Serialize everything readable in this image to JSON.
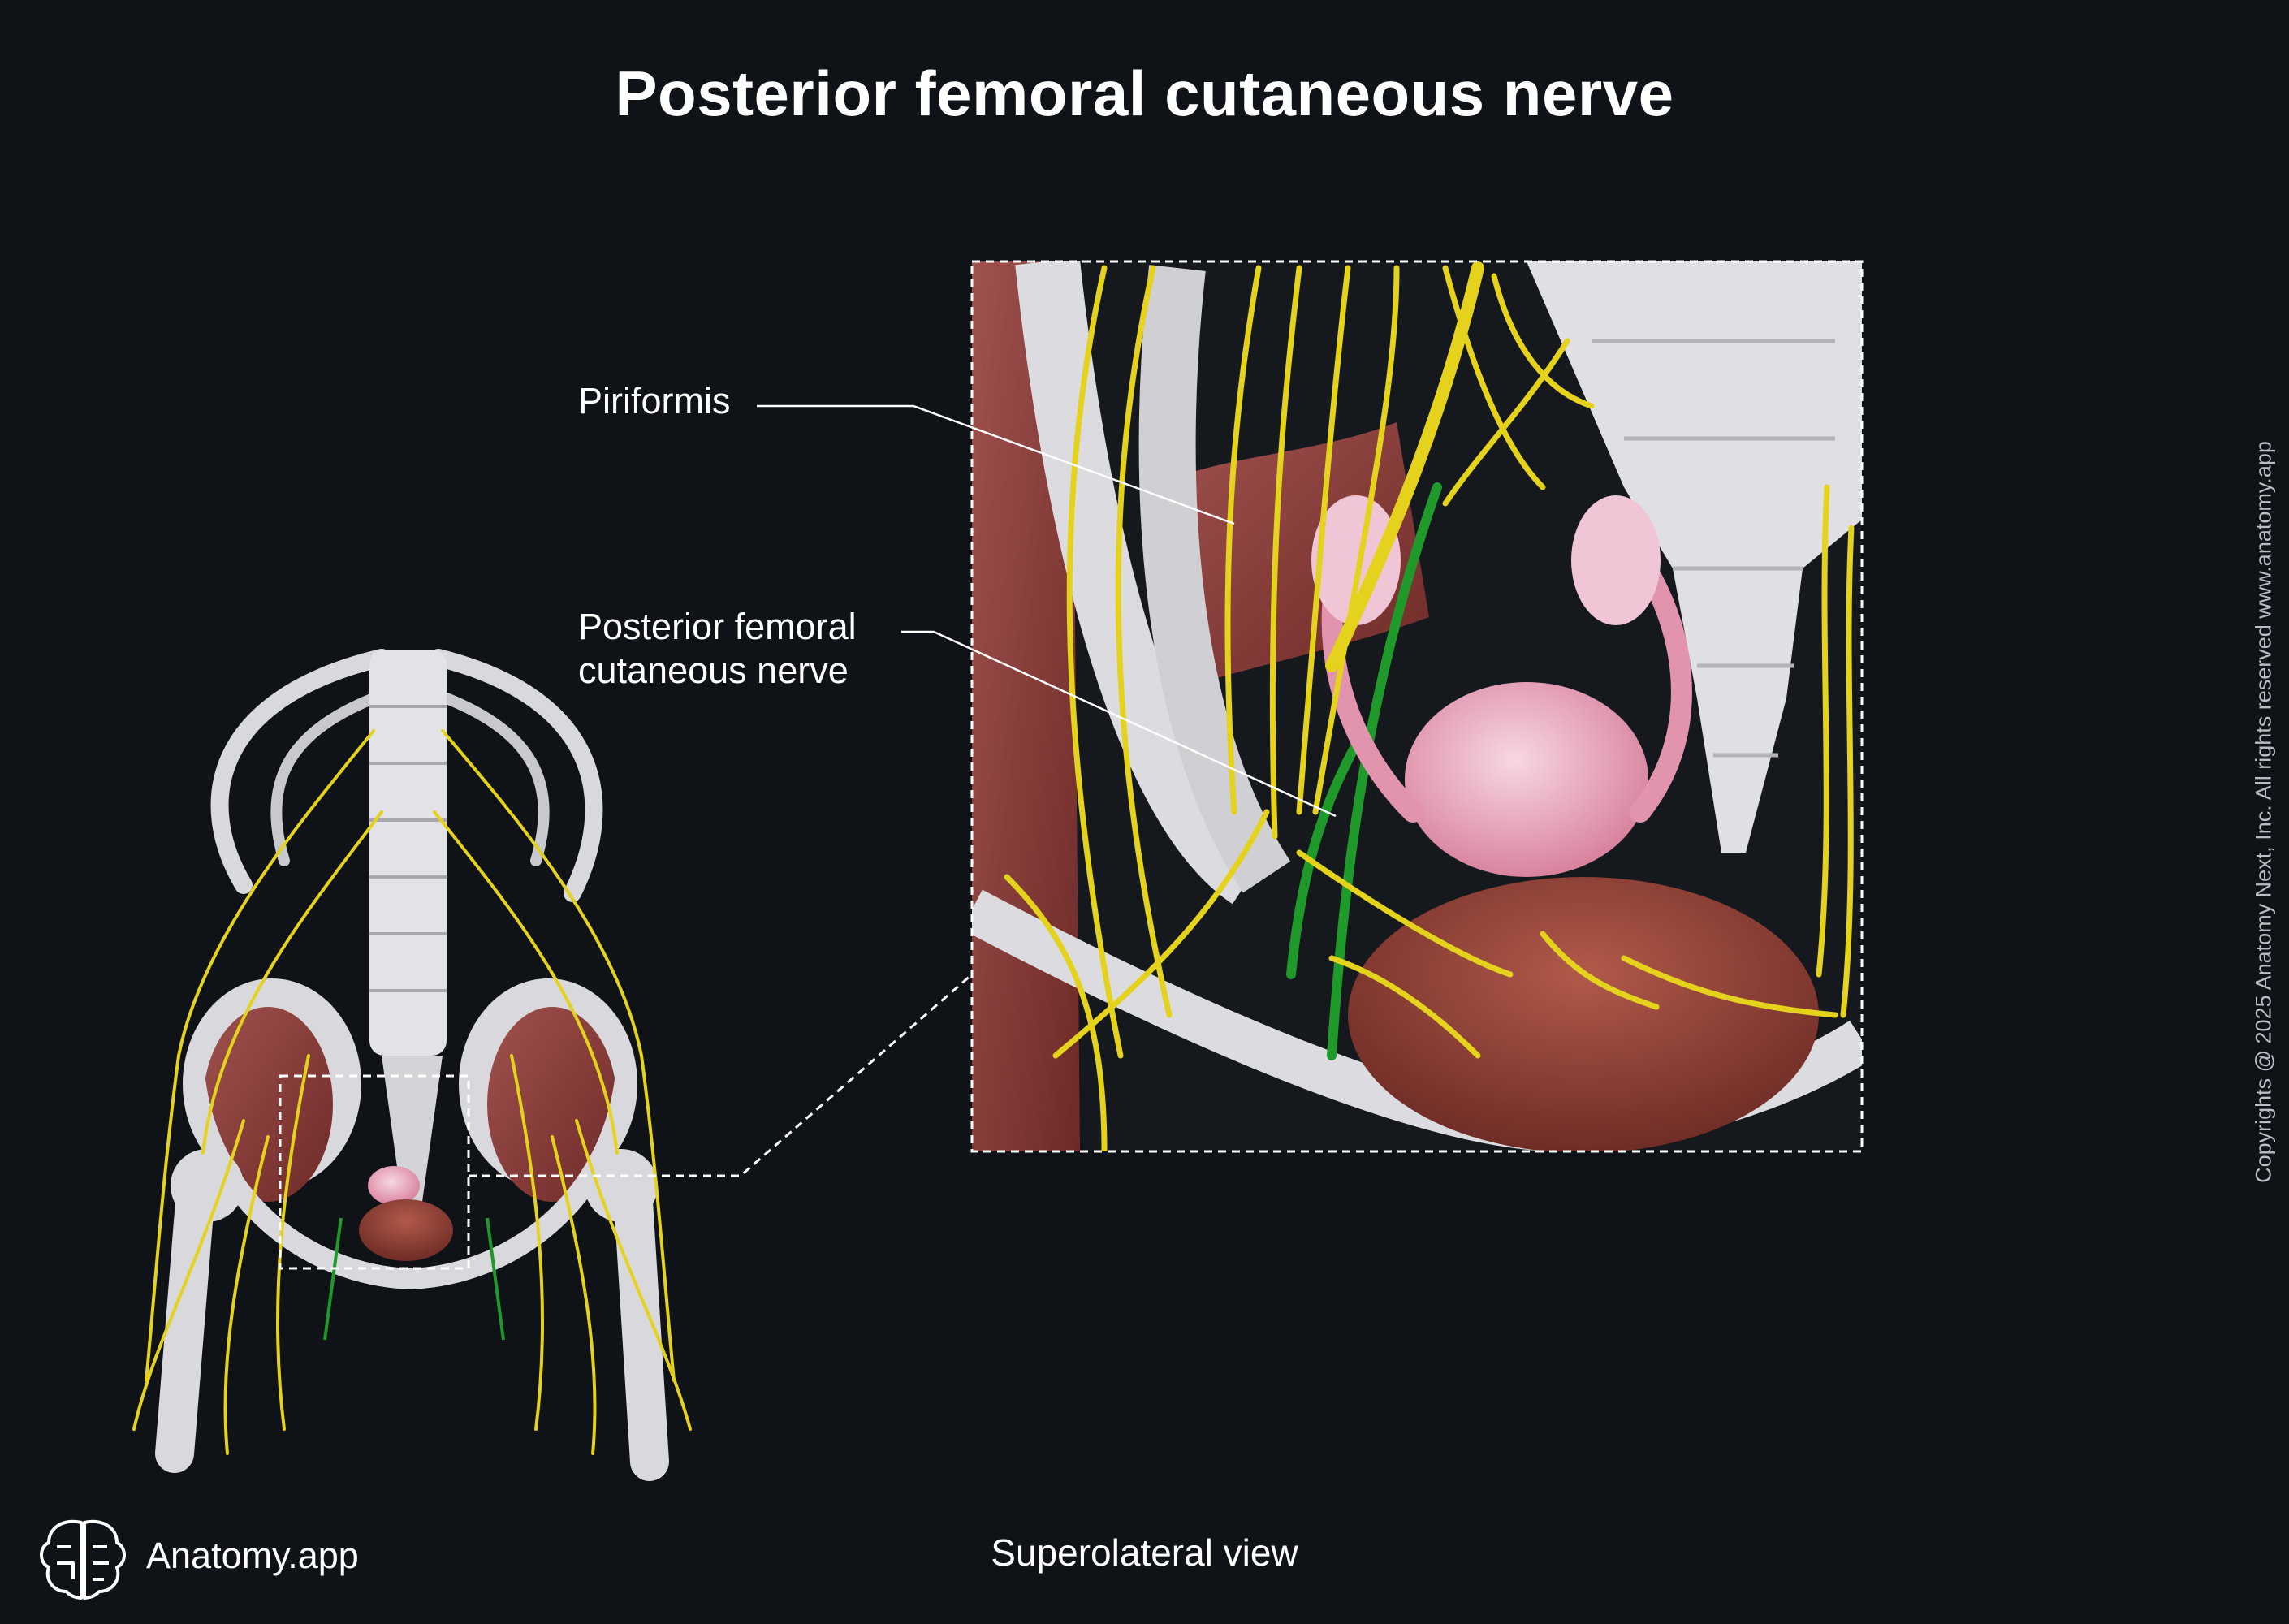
{
  "title": "Posterior femoral cutaneous nerve",
  "labels": {
    "piriformis": "Piriformis",
    "pfcn_line1": "Posterior femoral",
    "pfcn_line2": "cutaneous nerve"
  },
  "view": "Superolateral view",
  "brand": {
    "name": "Anatomy.app",
    "icon": "brain-logo-icon"
  },
  "copyright": "Copyrights @ 2025 Anatomy Next, Inc. All rights reserved www.anatomy.app",
  "colors": {
    "background": "#0f1216",
    "nerve": "#e4d21c",
    "bone": "#d9d9dd",
    "muscle": "#8a3a38",
    "uterus": "#e9a9bf",
    "bladder": "#9b4a3c",
    "vessel": "#1f9a2a"
  }
}
